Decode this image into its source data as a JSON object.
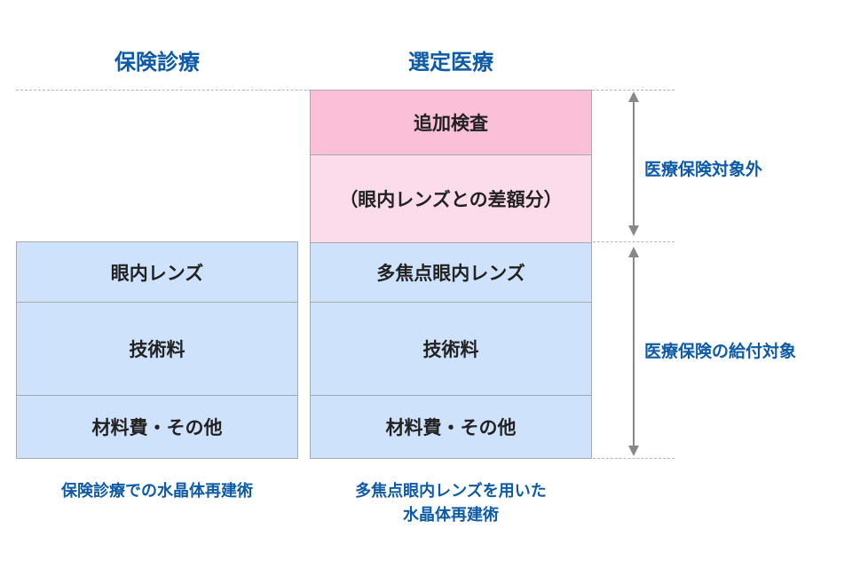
{
  "columns": {
    "left": {
      "header": "保険診療",
      "caption": [
        "保険診療での水晶体再建術"
      ],
      "blocks": [
        {
          "label": "眼内レンズ",
          "fill": "#cfe2fb"
        },
        {
          "label": "技術料",
          "fill": "#cfe2fb"
        },
        {
          "label": "材料費・その他",
          "fill": "#cfe2fb"
        }
      ]
    },
    "right": {
      "header": "選定医療",
      "caption": [
        "多焦点眼内レンズを用いた",
        "水晶体再建術"
      ],
      "blocks": [
        {
          "label": "追加検査",
          "fill": "#fbbfd8"
        },
        {
          "label": "（眼内レンズとの差額分）",
          "fill": "#fcdceb"
        },
        {
          "label": "多焦点眼内レンズ",
          "fill": "#cfe2fb"
        },
        {
          "label": "技術料",
          "fill": "#cfe2fb"
        },
        {
          "label": "材料費・その他",
          "fill": "#cfe2fb"
        }
      ]
    }
  },
  "brackets": {
    "upper": {
      "label": "医療保険対象外"
    },
    "lower": {
      "label": "医療保険の給付対象"
    }
  },
  "colors": {
    "accent_text": "#0d5aa7",
    "insured_fill": "#cfe2fb",
    "exam_fill": "#fbbfd8",
    "difference_fill": "#fcdceb",
    "border": "#a9a9a9",
    "arrow": "#888888",
    "dashed_line": "#b5b5b5"
  }
}
